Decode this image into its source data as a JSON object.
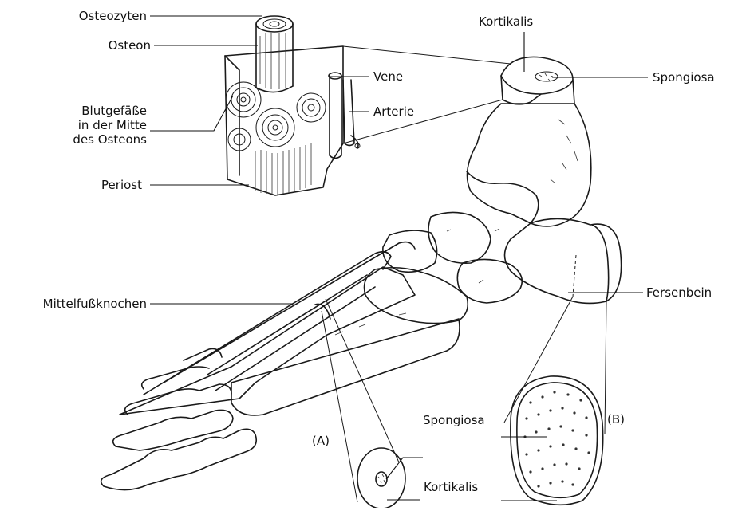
{
  "labels": {
    "osteozyten": "Osteozyten",
    "osteon": "Osteon",
    "blutgefaesse": [
      "Blutgefäße",
      "in der Mitte",
      "des Osteons"
    ],
    "periost": "Periost",
    "vene": "Vene",
    "arterie": "Arterie",
    "kortikalis_top": "Kortikalis",
    "spongiosa_top": "Spongiosa",
    "fersenbein": "Fersenbein",
    "mittelfussknochen": "Mittelfußknochen",
    "marker_a": "(A)",
    "marker_b": "(B)",
    "spongiosa_bottom": "Spongiosa",
    "kortikalis_bottom": "Kortikalis"
  }
}
